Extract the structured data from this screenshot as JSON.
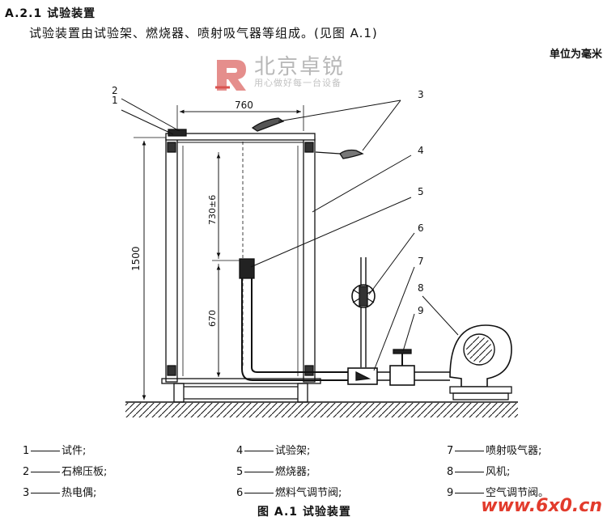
{
  "header": {
    "section": "A.2.1 试验装置",
    "intro": "试验装置由试验架、燃烧器、喷射吸气器等组成。(见图 A.1)",
    "unit_note": "单位为毫米"
  },
  "watermark": {
    "title": "北京卓锐",
    "subtitle": "用心做好每一台设备"
  },
  "diagram": {
    "dims": {
      "width_760": "760",
      "height_1500": "1500",
      "height_730": "730±6",
      "height_670": "670"
    },
    "callouts": [
      "1",
      "2",
      "3",
      "4",
      "5",
      "6",
      "7",
      "8",
      "9"
    ]
  },
  "legend": [
    {
      "num": "1",
      "label": "试件;"
    },
    {
      "num": "2",
      "label": "石棉压板;"
    },
    {
      "num": "3",
      "label": "热电偶;"
    },
    {
      "num": "4",
      "label": "试验架;"
    },
    {
      "num": "5",
      "label": "燃烧器;"
    },
    {
      "num": "6",
      "label": "燃料气调节阀;"
    },
    {
      "num": "7",
      "label": "喷射吸气器;"
    },
    {
      "num": "8",
      "label": "风机;"
    },
    {
      "num": "9",
      "label": "空气调节阀。"
    }
  ],
  "caption": "图 A.1 试验装置",
  "site_mark": "www.6x0.cn",
  "colors": {
    "line": "#111111",
    "watermark": "#b8b8b8",
    "logo_red": "#d9534f",
    "site_mark": "#e23b2c"
  }
}
